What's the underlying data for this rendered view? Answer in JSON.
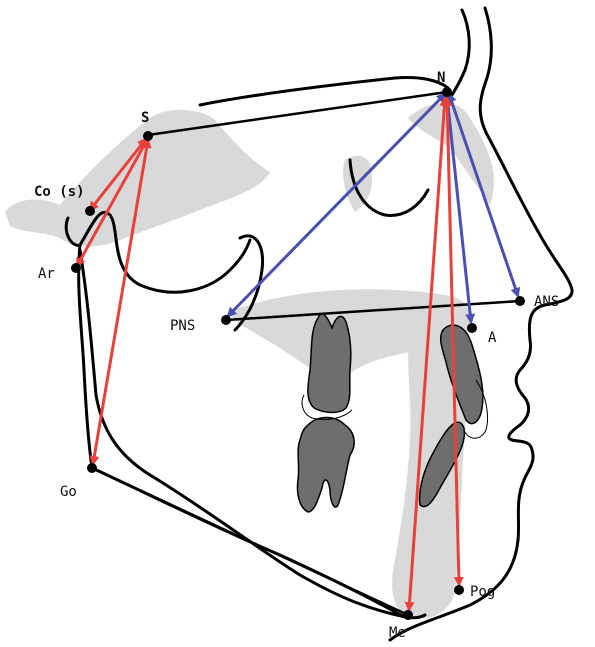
{
  "diagram": {
    "colors": {
      "outline": "#000000",
      "shadow": "#d9d9d9",
      "tooth": "#6e6e6e",
      "red_arrow": "#e8413c",
      "blue_arrow": "#4a4fb0"
    },
    "landmarks": {
      "S": "S",
      "N": "N",
      "Co": "Co (s)",
      "Ar": "Ar",
      "Go": "Go",
      "PNS": "PNS",
      "ANS": "ANS",
      "A": "A",
      "Pog": "Pog",
      "Me": "Me"
    },
    "red_measurements": [
      "S-Co",
      "S-Ar",
      "S-Go",
      "N-Me",
      "N-Pog"
    ],
    "blue_measurements": [
      "N-PNS",
      "N-ANS",
      "N-A"
    ],
    "black_lines": [
      "S-N",
      "PNS-ANS"
    ]
  }
}
